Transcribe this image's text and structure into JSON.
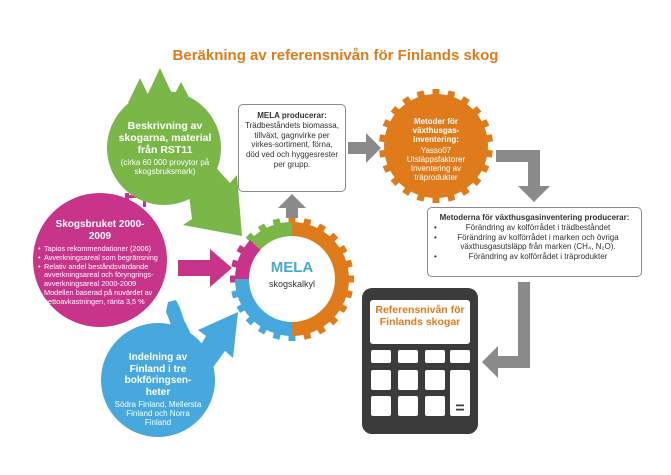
{
  "title": "Beräkning av referensnivån för Finlands skog",
  "forest": {
    "heading": "Beskrivning av skogarna, material från RST11",
    "sub": "(cirka 60 000 provytor på skogsbruksmark)"
  },
  "forestry": {
    "heading": "Skogsbruket 2000-2009",
    "items": [
      "Tapios rekommendationer (2006)",
      "Avverkningsareal som begränsning",
      "Relativ andel beståndsvärdande avverkningsareal och föryngrings-avverkningsareal 2000-2009",
      "Modellen baserad på nuvärdet av nettoavkastningen, ränta 3,5 %"
    ]
  },
  "regions": {
    "heading": "Indelning av Finland i tre bokföringsen-heter",
    "sub": "Södra Finland, Mellersta Finland och Norra Finland"
  },
  "mela": {
    "name": "MELA",
    "sub": "skogskalkyl"
  },
  "mela_produces": {
    "heading": "MELA producerar:",
    "body": "Trädbeståndets biomassa, tillväxt, gagnvirke per virkes-sortiment, förna, död ved och hyggesrester per grupp."
  },
  "methods": {
    "heading": "Metoder för växthusgas-inventering:",
    "body": "Yasso07 Utsläppsfaktorer Inventering av träprodukter"
  },
  "inventory": {
    "heading": "Metoderna för växthusgasinventering producerar:",
    "items": [
      "Förändring av kolförrådet i trädbeståndet",
      "Förändring av kolförrådet i marken och övriga växthusgasutsläpp från marken (CH₄, N₂O).",
      "Förändring av kolförrådet i träprodukter"
    ]
  },
  "reference": {
    "label": "Referensnivån för Finlands skogar"
  },
  "calculator": {
    "equals": "="
  },
  "colors": {
    "orange": "#e07b1c",
    "green": "#7ab648",
    "pink": "#c8348a",
    "blue": "#46a8dc",
    "grey": "#8a8a8a",
    "dark": "#3b3b3b"
  }
}
